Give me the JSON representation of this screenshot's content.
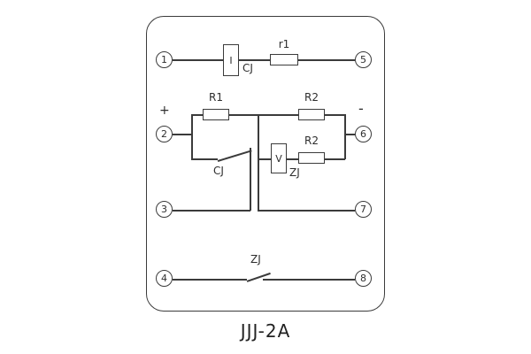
{
  "caption": "JJJ-2A",
  "terminals": {
    "t1": "1",
    "t2": "2",
    "t3": "3",
    "t4": "4",
    "t5": "5",
    "t6": "6",
    "t7": "7",
    "t8": "8"
  },
  "labels": {
    "polarity_plus": "+",
    "polarity_minus": "-",
    "current_coil": "I",
    "current_coil_name": "CJ",
    "resistor_r1": "r1",
    "resistor_R1": "R1",
    "resistor_R2_top": "R2",
    "resistor_R2_bottom": "R2",
    "voltage_coil": "V",
    "voltage_coil_name": "ZJ",
    "cj_contact": "CJ",
    "zj_contact": "ZJ"
  }
}
